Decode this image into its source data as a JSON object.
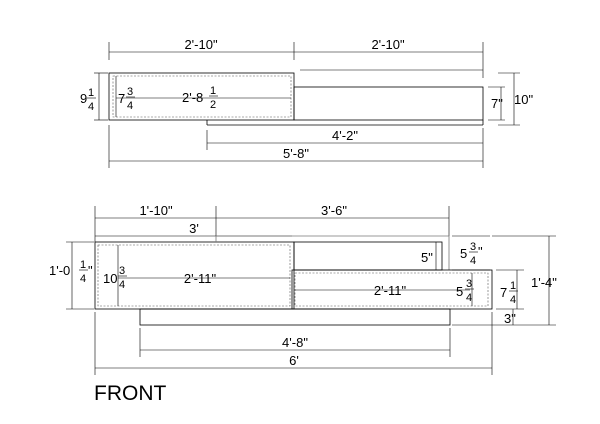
{
  "top": {
    "width_left": "2'-10\"",
    "width_right": "2'-10\"",
    "depth_left_whole": "9",
    "depth_left_num": "1",
    "depth_left_den": "4",
    "inner_whole": "7",
    "inner_num": "3",
    "inner_den": "4",
    "inner_len_main": "2'-8",
    "inner_len_num": "1",
    "inner_len_den": "2",
    "step_right": "7\"",
    "depth_right": "10\"",
    "base_width": "4'-2\"",
    "overall_width": "5'-8\""
  },
  "front": {
    "upper_left": "1'-10\"",
    "upper_right": "3'-6\"",
    "upper_total": "3'",
    "height_left_main": "1'-0",
    "height_left_num": "1",
    "height_left_den": "4",
    "drawer_h_whole": "10",
    "drawer_h_num": "3",
    "drawer_h_den": "4",
    "drawer_len_left": "2'-11\"",
    "gap_5": "5\"",
    "gap_whole": "5",
    "gap_num": "3",
    "gap_den": "4",
    "drawer_len_right": "2'-11\"",
    "inner_h_whole": "5",
    "inner_h_num": "3",
    "inner_h_den": "4",
    "right_h_whole": "7",
    "right_h_num": "1",
    "right_h_den": "4",
    "overall_height": "1'-4\"",
    "plinth": "3\"",
    "base_width": "4'-8\"",
    "overall_width": "6'"
  },
  "view_label": "FRONT"
}
